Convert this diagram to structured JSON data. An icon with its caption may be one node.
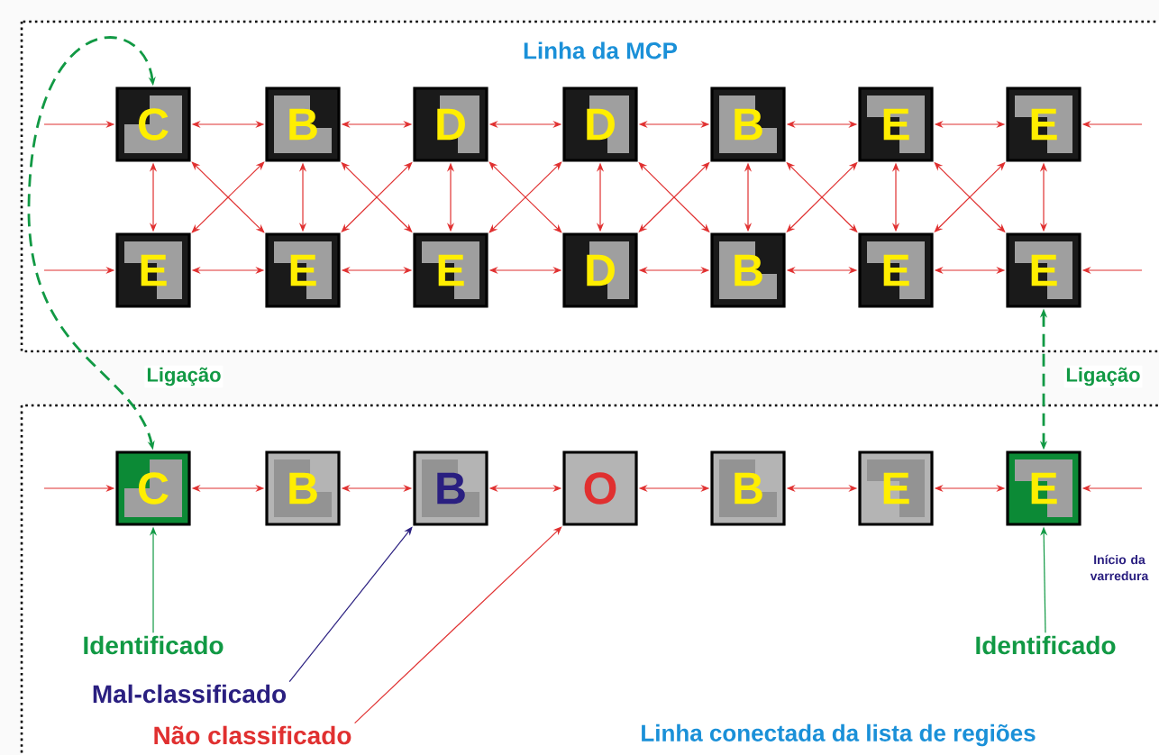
{
  "diagram": {
    "nodes": [
      {
        "text": [
          "Linha da MCP"
        ]
      },
      {
        "text": [
          "Linha conectada da lista de regiões"
        ]
      },
      {
        "text": [
          "C"
        ],
        "in": 0
      },
      {
        "text": [
          "B"
        ],
        "in": 0
      },
      {
        "text": [
          "D"
        ],
        "in": 0
      },
      {
        "text": [
          "D"
        ],
        "in": 0
      },
      {
        "text": [
          "B"
        ],
        "in": 0
      },
      {
        "text": [
          "E"
        ],
        "in": 0
      },
      {
        "text": [
          "E"
        ],
        "in": 0
      },
      {
        "text": [
          "E"
        ],
        "in": 0
      },
      {
        "text": [
          "E"
        ],
        "in": 0
      },
      {
        "text": [
          "E"
        ],
        "in": 0
      },
      {
        "text": [
          "D"
        ],
        "in": 0
      },
      {
        "text": [
          "B"
        ],
        "in": 0
      },
      {
        "text": [
          "E"
        ],
        "in": 0
      },
      {
        "text": [
          "E"
        ],
        "in": 0
      },
      {
        "text": [
          "C"
        ],
        "in": 1
      },
      {
        "text": [
          "B"
        ],
        "in": 1
      },
      {
        "text": [
          "B"
        ],
        "in": 1
      },
      {
        "text": [
          "O"
        ],
        "in": 1
      },
      {
        "text": [
          "B"
        ],
        "in": 1
      },
      {
        "text": [
          "E"
        ],
        "in": 1
      },
      {
        "text": [
          "E"
        ],
        "in": 1,
        "beside": [
          "Início da varredura"
        ]
      },
      {
        "text": [
          "Identificado"
        ],
        "in": 1
      },
      {
        "text": [
          "Mal-classificado"
        ],
        "in": 1
      },
      {
        "text": [
          "Não classificado"
        ],
        "in": 1
      },
      {
        "text": [
          "Identificado"
        ],
        "in": 1
      }
    ],
    "edges": [
      {
        "from": null,
        "to": 2,
        "arrow": "to"
      },
      {
        "from": 2,
        "to": 3,
        "arrow": "both"
      },
      {
        "from": 3,
        "to": 4,
        "arrow": "both"
      },
      {
        "from": 4,
        "to": 5,
        "arrow": "both"
      },
      {
        "from": 5,
        "to": 6,
        "arrow": "both"
      },
      {
        "from": 6,
        "to": 7,
        "arrow": "both"
      },
      {
        "from": 7,
        "to": 8,
        "arrow": "both"
      },
      {
        "from": null,
        "to": 8,
        "arrow": "to"
      },
      {
        "from": null,
        "to": 9,
        "arrow": "to"
      },
      {
        "from": 9,
        "to": 10,
        "arrow": "both"
      },
      {
        "from": 10,
        "to": 11,
        "arrow": "both"
      },
      {
        "from": 11,
        "to": 12,
        "arrow": "both"
      },
      {
        "from": 12,
        "to": 13,
        "arrow": "both"
      },
      {
        "from": 13,
        "to": 14,
        "arrow": "both"
      },
      {
        "from": 14,
        "to": 15,
        "arrow": "both"
      },
      {
        "from": null,
        "to": 15,
        "arrow": "to"
      },
      {
        "from": 2,
        "to": 9,
        "arrow": "both"
      },
      {
        "from": 3,
        "to": 10,
        "arrow": "both"
      },
      {
        "from": 4,
        "to": 11,
        "arrow": "both"
      },
      {
        "from": 5,
        "to": 12,
        "arrow": "both"
      },
      {
        "from": 6,
        "to": 13,
        "arrow": "both"
      },
      {
        "from": 7,
        "to": 14,
        "arrow": "both"
      },
      {
        "from": 8,
        "to": 15,
        "arrow": "both"
      },
      {
        "from": 2,
        "to": 10,
        "arrow": "both"
      },
      {
        "from": 3,
        "to": 9,
        "arrow": "both"
      },
      {
        "from": 3,
        "to": 11,
        "arrow": "both"
      },
      {
        "from": 4,
        "to": 10,
        "arrow": "both"
      },
      {
        "from": 4,
        "to": 12,
        "arrow": "both"
      },
      {
        "from": 5,
        "to": 11,
        "arrow": "both"
      },
      {
        "from": 5,
        "to": 13,
        "arrow": "both"
      },
      {
        "from": 6,
        "to": 12,
        "arrow": "both"
      },
      {
        "from": 6,
        "to": 14,
        "arrow": "both"
      },
      {
        "from": 7,
        "to": 13,
        "arrow": "both"
      },
      {
        "from": 7,
        "to": 15,
        "arrow": "both"
      },
      {
        "from": 8,
        "to": 14,
        "arrow": "both"
      },
      {
        "from": null,
        "to": 16,
        "arrow": "to"
      },
      {
        "from": 16,
        "to": 17,
        "arrow": "both"
      },
      {
        "from": 17,
        "to": 18,
        "arrow": "both"
      },
      {
        "from": 18,
        "to": 19,
        "arrow": "both"
      },
      {
        "from": 19,
        "to": 20,
        "arrow": "both"
      },
      {
        "from": 20,
        "to": 21,
        "arrow": "both"
      },
      {
        "from": 21,
        "to": 22,
        "arrow": "both"
      },
      {
        "from": null,
        "to": 22,
        "arrow": "to"
      },
      {
        "from": 2,
        "to": 16,
        "arrow": "both",
        "label": "Ligação",
        "style": "dashed",
        "color": "#119944"
      },
      {
        "from": 15,
        "to": 22,
        "arrow": "both",
        "label": "Ligação",
        "style": "dashed",
        "color": "#119944"
      },
      {
        "from": 23,
        "to": 16,
        "arrow": "to",
        "color": "#119944"
      },
      {
        "from": 24,
        "to": 18,
        "arrow": "to",
        "color": "#2a1f80"
      },
      {
        "from": 25,
        "to": 19,
        "arrow": "to"
      },
      {
        "from": 26,
        "to": 22,
        "arrow": "to",
        "color": "#119944"
      }
    ]
  }
}
